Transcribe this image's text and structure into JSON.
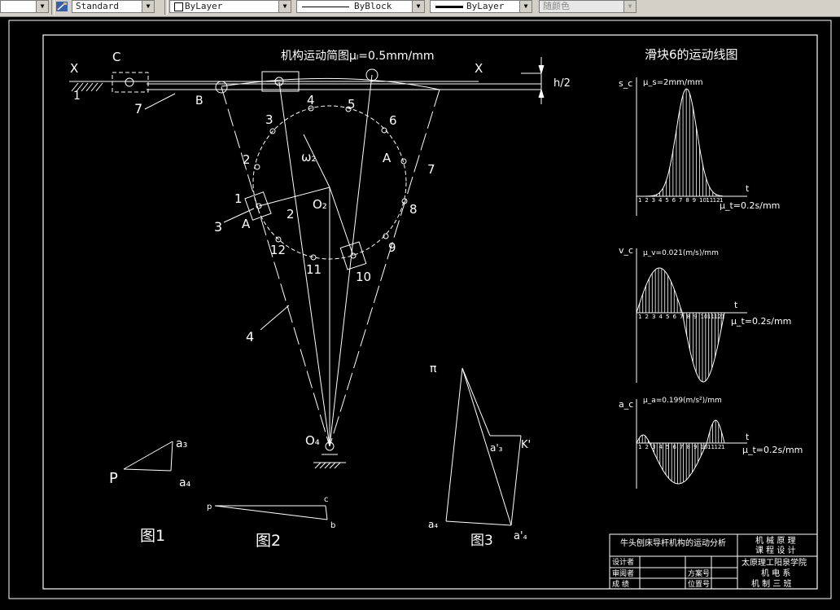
{
  "toolbar": {
    "style_value": "Standard",
    "layer_value": "ByLayer",
    "linetype_value": "ByBlock",
    "lineweight_value": "ByLayer",
    "color_value": "随颜色"
  },
  "drawing": {
    "title": "机构运动简图μₗ=0.5mm/mm",
    "chart_title": "滑块6的运动线图",
    "labels": {
      "x_left": "X",
      "x_right": "X",
      "c": "C",
      "b": "B",
      "one": "1",
      "seven_link": "7",
      "h2": "h/2",
      "omega": "ω₂",
      "a_upper": "A",
      "a_lower": "A",
      "o2": "O₂",
      "o4": "O₄",
      "two_link": "2",
      "three_link": "3",
      "four_link": "4",
      "pi": "π"
    },
    "points": [
      "1",
      "2",
      "3",
      "4",
      "5",
      "6",
      "7",
      "8",
      "9",
      "10",
      "11",
      "12"
    ],
    "fig1": {
      "caption": "图1",
      "p": "P",
      "a3": "a₃",
      "a4": "a₄"
    },
    "fig2": {
      "caption": "图2",
      "p": "p",
      "c": "c",
      "b": "b"
    },
    "fig3": {
      "caption": "图3",
      "a4": "a₄",
      "a4p": "a'₄",
      "ak": "a'₃",
      "k": "K'"
    }
  },
  "charts": {
    "s": {
      "ylabel": "s_c",
      "scale": "μ_s=2mm/mm",
      "xlabel": "t",
      "tscale": "μ_t=0.2s/mm"
    },
    "v": {
      "ylabel": "v_c",
      "scale": "μ_v=0.021(m/s)/mm",
      "xlabel": "t",
      "tscale": "μ_t=0.2s/mm"
    },
    "a": {
      "ylabel": "a_c",
      "scale": "μ_a=0.199(m/s²)/mm",
      "xlabel": "t",
      "tscale": "μ_t=0.2s/mm"
    },
    "tick_labels": [
      "1",
      "2",
      "3",
      "4",
      "5",
      "6",
      "7",
      "8",
      "9",
      "10",
      "11",
      "12",
      "1"
    ]
  },
  "title_block": {
    "project": "牛头刨床导杆机构的运动分析",
    "course_1": "机 械 原 理",
    "course_2": "课 程 设 计",
    "designer": "设计者",
    "reviewer": "审阅者",
    "grade": "成 绩",
    "scheme": "方案号",
    "position": "位置号",
    "school": "太原理工阳泉学院",
    "dept": "机 电 系",
    "class": "机 制 三 班"
  }
}
